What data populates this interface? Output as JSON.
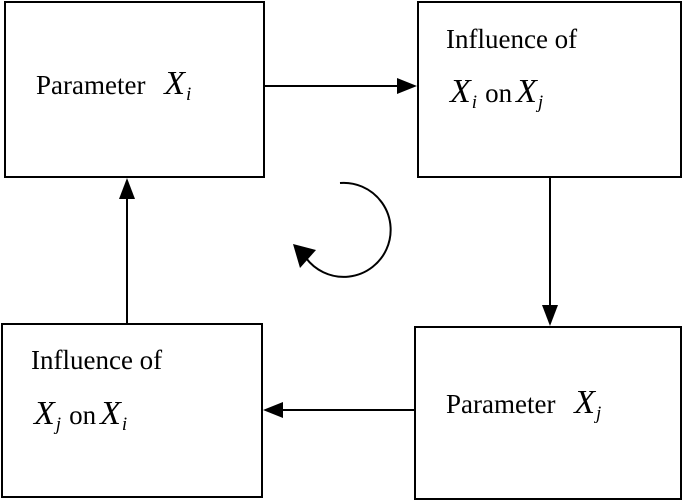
{
  "nodes": {
    "param_i": {
      "label": "Parameter",
      "var": "X",
      "sub": "i"
    },
    "infl_ij": {
      "label": "Influence of",
      "var_a": "X",
      "sub_a": "i",
      "on": "on",
      "var_b": "X",
      "sub_b": "j"
    },
    "param_j": {
      "label": "Parameter",
      "var": "X",
      "sub": "j"
    },
    "infl_ji": {
      "label": "Influence of",
      "var_a": "X",
      "sub_a": "j",
      "on": "on",
      "var_b": "X",
      "sub_b": "i"
    }
  },
  "edges": [
    {
      "from": "param_i",
      "to": "infl_ij"
    },
    {
      "from": "infl_ij",
      "to": "param_j"
    },
    {
      "from": "param_j",
      "to": "infl_ji"
    },
    {
      "from": "infl_ji",
      "to": "param_i"
    }
  ],
  "cycle_symbol": "clockwise-arrow-icon"
}
